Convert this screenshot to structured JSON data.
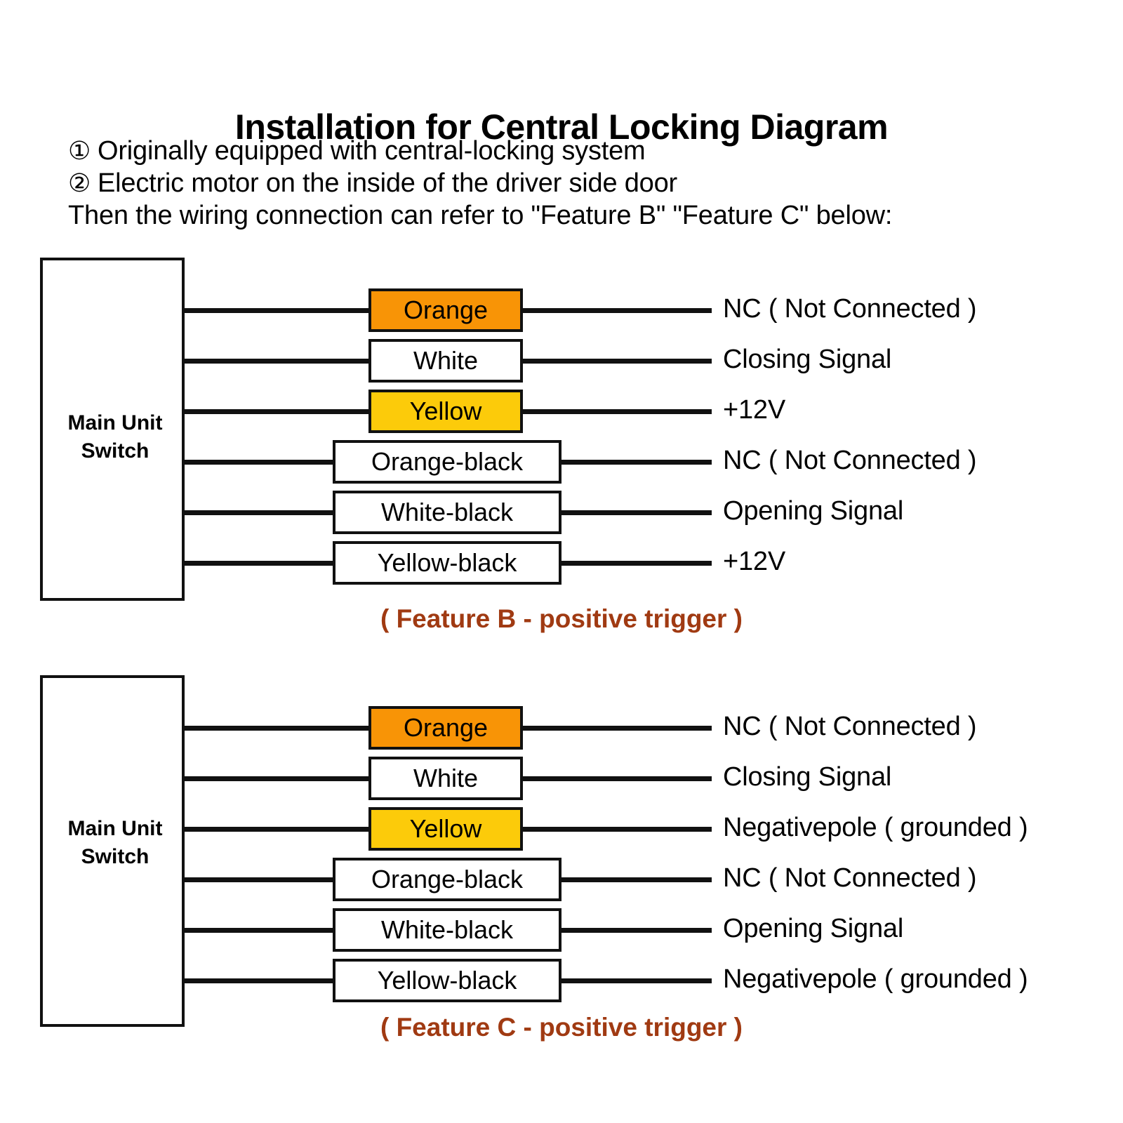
{
  "title": "Installation for Central Locking Diagram",
  "subtitles": [
    {
      "marker": "①",
      "text": "Originally equipped with central-locking system"
    },
    {
      "marker": "②",
      "text": "Electric motor on the inside of the driver side door"
    },
    {
      "marker": "",
      "text": "Then the wiring connection can refer to \"Feature B\" \"Feature C\" below:"
    }
  ],
  "colors": {
    "orange": "#F89406",
    "yellow": "#FCCB0A",
    "white": "#FFFFFF",
    "line": "#111111",
    "caption": "#A03A12"
  },
  "diagrams": [
    {
      "id": "b",
      "unit_label_line1": "Main Unit",
      "unit_label_line2": "Switch",
      "caption": "( Feature B - positive trigger )",
      "rows": [
        {
          "wire": "Orange",
          "swatch": "orange",
          "width": "narrow",
          "function": "NC ( Not Connected )"
        },
        {
          "wire": "White",
          "swatch": "white",
          "width": "narrow",
          "function": "Closing Signal"
        },
        {
          "wire": "Yellow",
          "swatch": "yellow",
          "width": "narrow",
          "function": "+12V"
        },
        {
          "wire": "Orange-black",
          "swatch": "white",
          "width": "wide",
          "function": "NC ( Not Connected )"
        },
        {
          "wire": "White-black",
          "swatch": "white",
          "width": "wide",
          "function": "Opening Signal"
        },
        {
          "wire": "Yellow-black",
          "swatch": "white",
          "width": "wide",
          "function": "+12V"
        }
      ]
    },
    {
      "id": "c",
      "unit_label_line1": "Main Unit",
      "unit_label_line2": "Switch",
      "caption": "( Feature C - positive trigger )",
      "rows": [
        {
          "wire": "Orange",
          "swatch": "orange",
          "width": "narrow",
          "function": "NC ( Not Connected )"
        },
        {
          "wire": "White",
          "swatch": "white",
          "width": "narrow",
          "function": "Closing Signal"
        },
        {
          "wire": "Yellow",
          "swatch": "yellow",
          "width": "narrow",
          "function": "Negativepole ( grounded )"
        },
        {
          "wire": "Orange-black",
          "swatch": "white",
          "width": "wide",
          "function": "NC ( Not Connected )"
        },
        {
          "wire": "White-black",
          "swatch": "white",
          "width": "wide",
          "function": "Opening Signal"
        },
        {
          "wire": "Yellow-black",
          "swatch": "white",
          "width": "wide",
          "function": "Negativepole ( grounded )"
        }
      ]
    }
  ]
}
